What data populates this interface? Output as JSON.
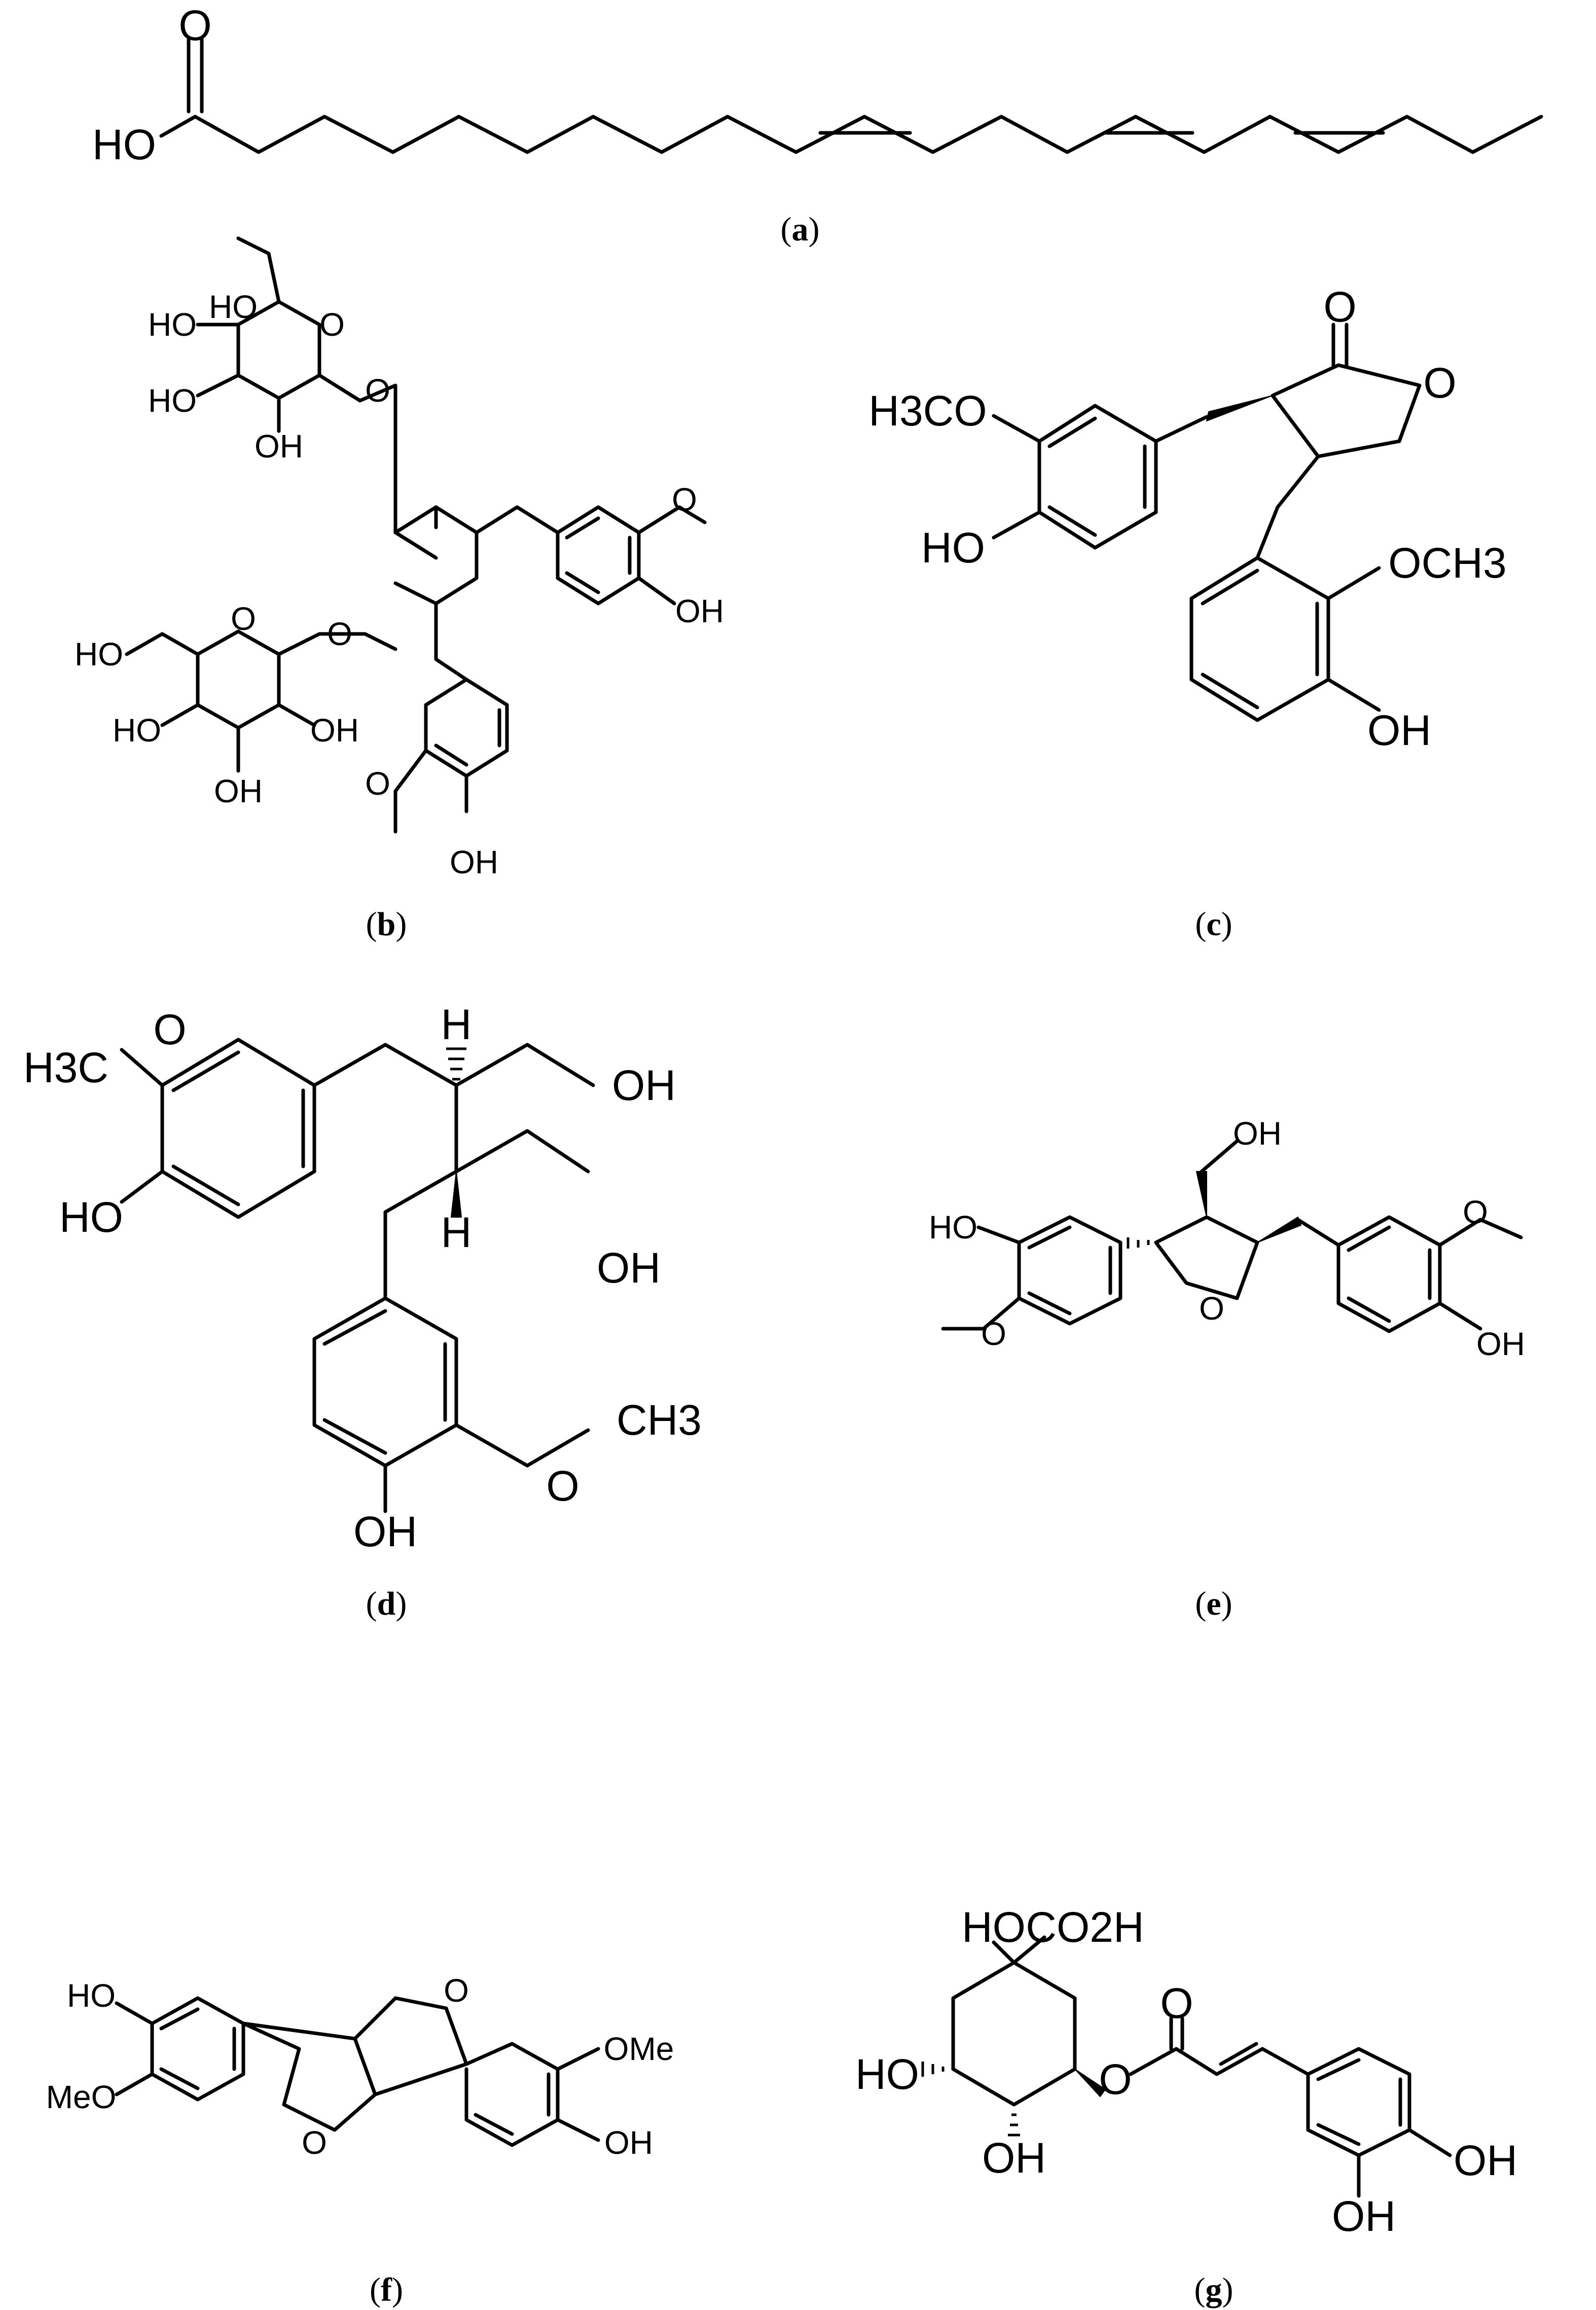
{
  "panels": [
    {
      "id": "a",
      "caption": "(a)",
      "letter": "a"
    },
    {
      "id": "b",
      "caption": "(b)",
      "letter": "b"
    },
    {
      "id": "c",
      "caption": "(c)",
      "letter": "c"
    },
    {
      "id": "d",
      "caption": "(d)",
      "letter": "d"
    },
    {
      "id": "e",
      "caption": "(e)",
      "letter": "e"
    },
    {
      "id": "f",
      "caption": "(f)",
      "letter": "f"
    },
    {
      "id": "g",
      "caption": "(g)",
      "letter": "g"
    }
  ],
  "labels": {
    "a": {
      "o": "O",
      "ho": "HO"
    },
    "b": {
      "ho1": "HO",
      "ho2": "HO",
      "ho3": "HO",
      "oh1": "OH",
      "o_ring1": "O",
      "o_link1": "O",
      "ho4": "HO",
      "o_ring2": "O",
      "o_link2": "O",
      "ho5": "HO",
      "oh2": "OH",
      "oh3": "OH",
      "o_me1": "O",
      "oh4": "OH",
      "o_me2": "O",
      "oh5": "OH"
    },
    "c": {
      "o_carbonyl": "O",
      "o_ring": "O",
      "h3co": "H3CO",
      "ho": "HO",
      "och3": "OCH3",
      "oh": "OH"
    },
    "d": {
      "h3c": "H3C",
      "o1": "O",
      "ho": "HO",
      "h_top": "H",
      "oh1": "OH",
      "h_bot": "H",
      "oh2": "OH",
      "o2": "O",
      "ch3": "CH3",
      "oh3": "OH"
    },
    "e": {
      "oh1": "OH",
      "ho": "HO",
      "o_ring": "O",
      "o_me1": "O",
      "o_me2": "O",
      "oh2": "OH"
    },
    "f": {
      "ho": "HO",
      "meo": "MeO",
      "o1": "O",
      "o2": "O",
      "ome": "OMe",
      "oh": "OH"
    },
    "g": {
      "ho1": "HO",
      "co2h": "CO2H",
      "ho2": "HO",
      "oh1": "OH",
      "o_ester": "O",
      "o_carbonyl": "O",
      "oh2": "OH",
      "oh3": "OH"
    }
  },
  "style": {
    "line_color": "#000000",
    "background": "#ffffff"
  }
}
